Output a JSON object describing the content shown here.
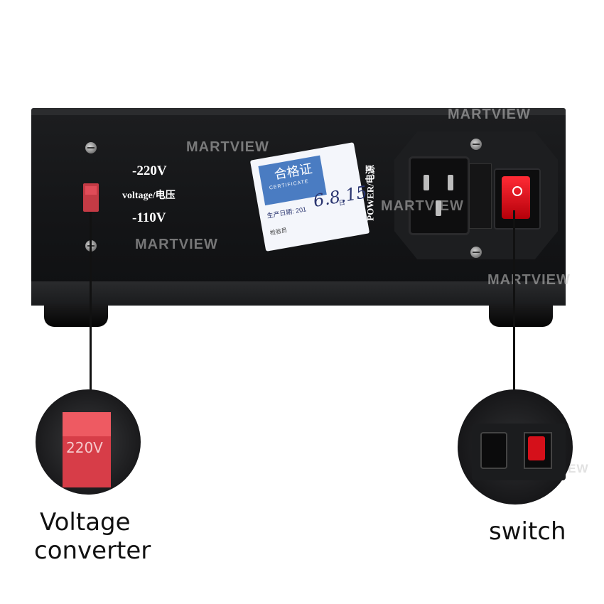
{
  "panel": {
    "voltage_high": "-220V",
    "voltage_label": "voltage/电压",
    "voltage_low": "-110V",
    "power_label": "POWER/电源"
  },
  "certificate": {
    "title": "合格证",
    "subtitle": "CERTIFICATE",
    "date_label": "生产日期:",
    "date_value": "201",
    "date_suffix": "日",
    "handwritten": "6.8.15",
    "inspector_label": "检验员"
  },
  "watermarks": [
    "MARTVIEW",
    "MARTVIEW",
    "MARTVIEW",
    "MARTVIEW",
    "MARTVIEW",
    "MARTVIEW"
  ],
  "zoom_left": {
    "switch_text": "220V"
  },
  "captions": {
    "voltage_converter_line1": "Voltage",
    "voltage_converter_line2": "converter",
    "switch": "switch"
  },
  "colors": {
    "device_body": "#141517",
    "switch_red": "#d73d48",
    "rocker_red": "#e5101c",
    "certificate_blue": "#4a7cc2"
  }
}
